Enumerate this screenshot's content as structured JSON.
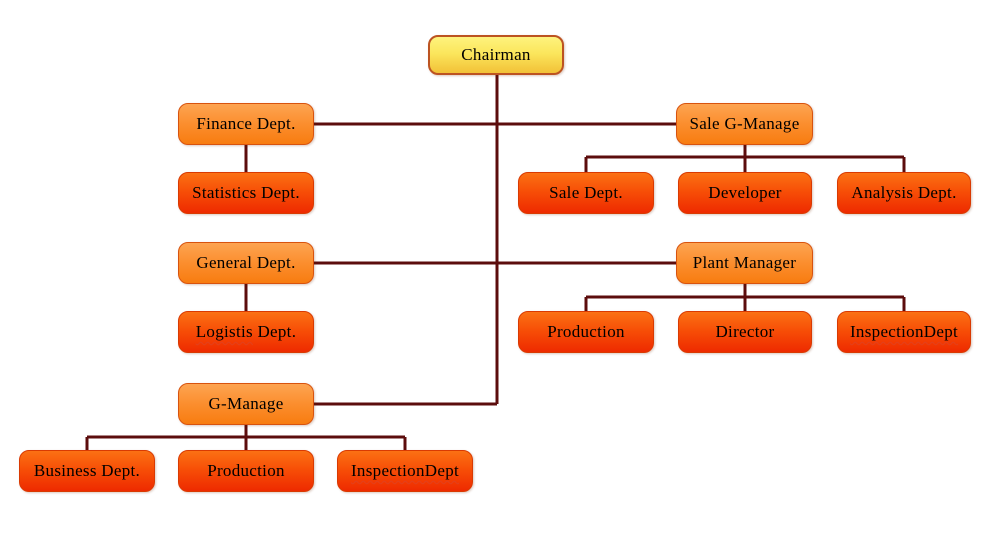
{
  "diagram_type": "organization-chart",
  "colors": {
    "connector": "#5c0d0d",
    "root_fill_top": "#fef37e",
    "root_fill_bottom": "#f2c137",
    "root_border": "#bc5321",
    "parent_fill_top": "#fda451",
    "parent_fill_bottom": "#f87c10",
    "child_fill_top": "#fb7114",
    "child_fill_bottom": "#ee2a00",
    "background": "#ffffff"
  },
  "org": {
    "chairman": {
      "label": "Chairman",
      "reports_to": null
    },
    "finance": {
      "label": "Finance Dept.",
      "reports_to": "Chairman"
    },
    "statistics": {
      "label": "Statistics Dept.",
      "reports_to": "Finance Dept."
    },
    "sale_g_manage": {
      "label": "Sale G-Manage",
      "reports_to": "Chairman"
    },
    "sale_dept": {
      "label": "Sale Dept.",
      "reports_to": "Sale G-Manage"
    },
    "developer": {
      "label": "Developer",
      "reports_to": "Sale G-Manage"
    },
    "analysis_dept": {
      "label": "Analysis Dept.",
      "reports_to": "Sale G-Manage"
    },
    "general": {
      "label": "General Dept.",
      "reports_to": "Chairman"
    },
    "logistis": {
      "label": "Logistis Dept.",
      "typo_word": "Logistis",
      "rest": " Dept.",
      "reports_to": "General Dept."
    },
    "plant_manager": {
      "label": "Plant Manager",
      "reports_to": "Chairman"
    },
    "production_plant": {
      "label": "Production",
      "reports_to": "Plant Manager"
    },
    "director": {
      "label": "Director",
      "reports_to": "Plant Manager"
    },
    "inspection_plant": {
      "label": "InspectionDept",
      "reports_to": "Plant Manager"
    },
    "g_manage": {
      "label": "G-Manage",
      "reports_to": "Chairman"
    },
    "business": {
      "label": "Business Dept.",
      "reports_to": "G-Manage"
    },
    "production_g": {
      "label": "Production",
      "reports_to": "G-Manage"
    },
    "inspection_g": {
      "label": "InspectionDept",
      "reports_to": "G-Manage"
    }
  }
}
